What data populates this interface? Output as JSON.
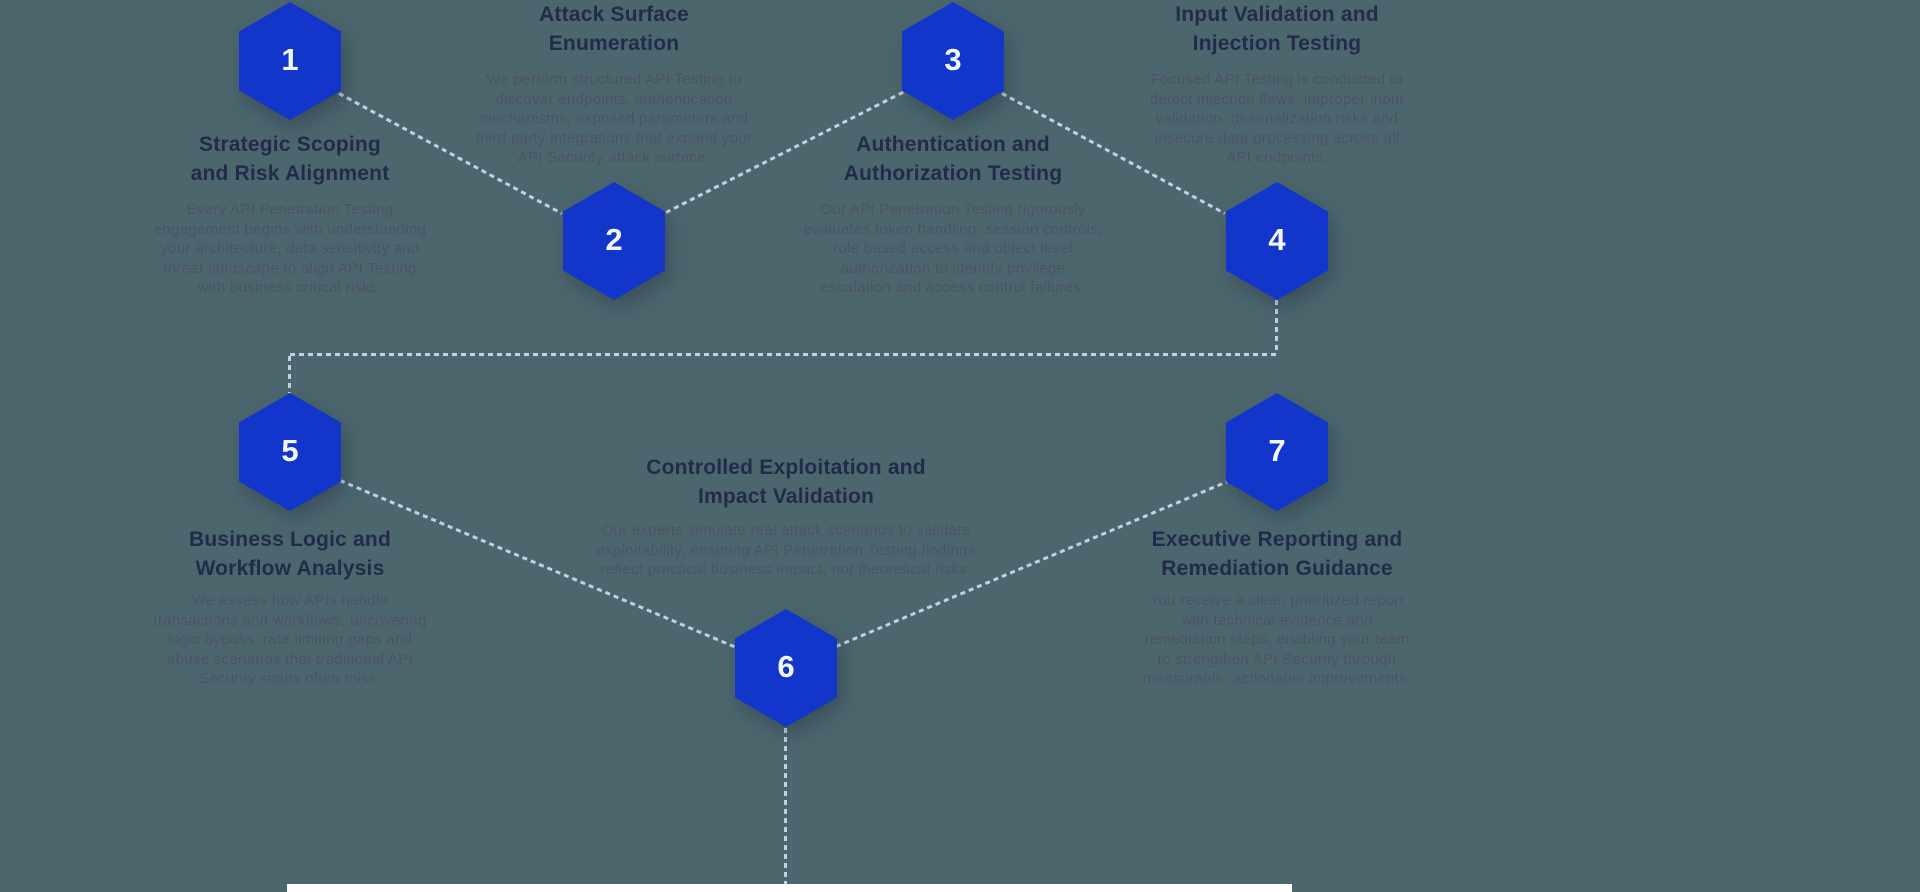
{
  "page": {
    "background_color": "#4C666E",
    "hexagon_color": "#1236C9",
    "title_color": "#232B4A",
    "body_color": "#4D5365",
    "connector_color": "#C3CEE9",
    "connector_style": "dotted",
    "diagram_subject": "API Penetration Testing process"
  },
  "steps": [
    {
      "number": "1",
      "title": "Strategic Scoping\nand Risk Alignment",
      "body": "Every API Penetration Testing\nengagement begins with understanding\nyour architecture, data sensitivity and\nthreat landscape to align API Testing\nwith business critical risks."
    },
    {
      "number": "2",
      "title": "Attack Surface\nEnumeration",
      "body": "We perform structured API Testing to\ndiscover endpoints, authentication\nmechanisms, exposed parameters and\nthird party integrations that expand your\nAPI Security attack surface."
    },
    {
      "number": "3",
      "title": "Authentication and\nAuthorization Testing",
      "body": "Our API Penetration Testing rigorously\nevaluates token handling, session controls,\nrole based access and object level\nauthorization to identify privilege\nescalation and access control failures."
    },
    {
      "number": "4",
      "title": "Input Validation and\nInjection Testing",
      "body": "Focused API Testing is conducted to\ndetect injection flaws, improper input\nvalidation, deserialization risks and\ninsecure data processing across all\nAPI endpoints."
    },
    {
      "number": "5",
      "title": "Business Logic and\nWorkflow Analysis",
      "body": "We assess how APIs handle\ntransactions and workflows, uncovering\nlogic bypass, rate limiting gaps and\nabuse scenarios that traditional API\nSecurity scans often miss."
    },
    {
      "number": "6",
      "title": "Controlled Exploitation and\nImpact Validation",
      "body": "Our experts simulate real attack scenarios to validate\nexploitability, ensuring API Penetration Testing findings\nreflect practical business impact, not theoretical risks."
    },
    {
      "number": "7",
      "title": "Executive Reporting and\nRemediation Guidance",
      "body": "You receive a clear, prioritized report\nwith technical evidence and\nremediation steps, enabling your team\nto strengthen API Security through\nmeasurable, actionable improvements."
    }
  ]
}
